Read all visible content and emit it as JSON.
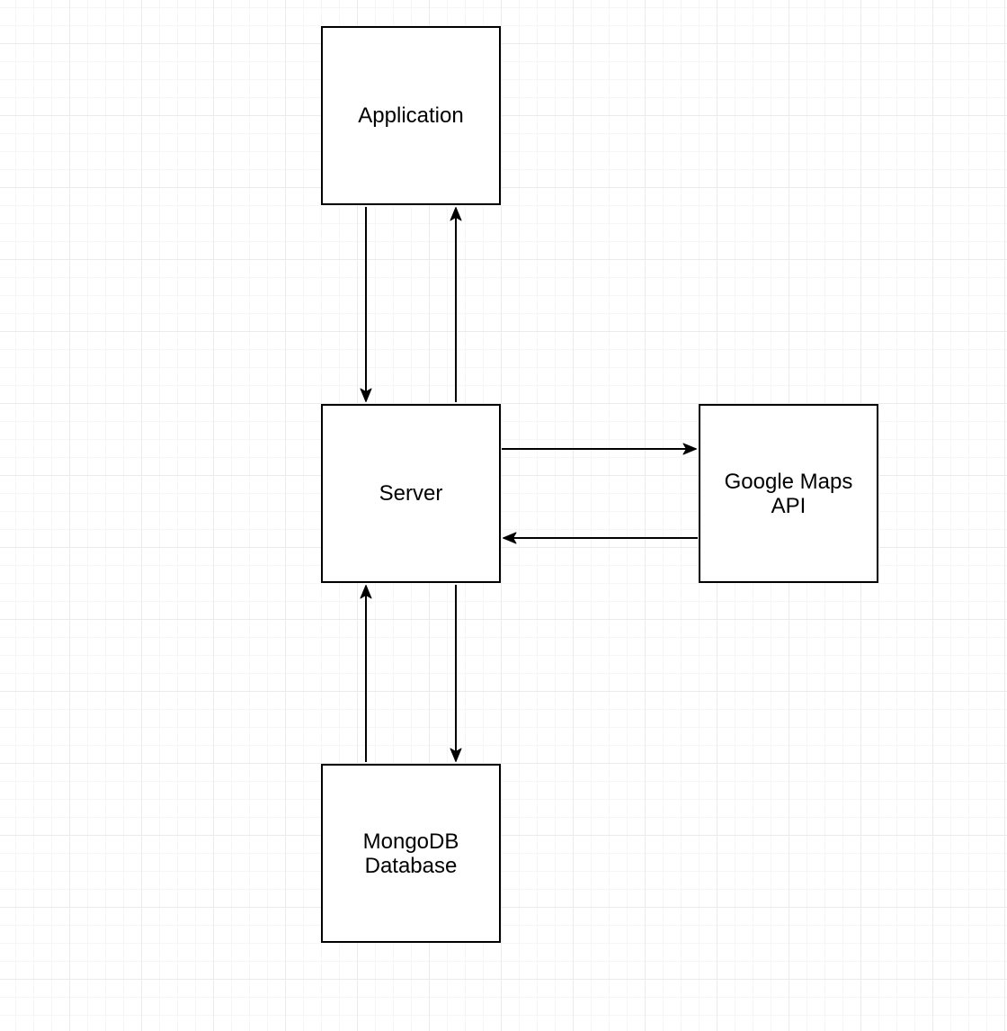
{
  "diagram": {
    "type": "architecture-flow-diagram",
    "nodes": {
      "application": {
        "label": "Application"
      },
      "server": {
        "label": "Server"
      },
      "google_maps_api": {
        "label": "Google Maps\nAPI"
      },
      "mongodb_database": {
        "label": "MongoDB\nDatabase"
      }
    },
    "edges": [
      {
        "from": "Application",
        "to": "Server",
        "direction": "down"
      },
      {
        "from": "Server",
        "to": "Application",
        "direction": "up"
      },
      {
        "from": "Server",
        "to": "Google Maps API",
        "direction": "right"
      },
      {
        "from": "Google Maps API",
        "to": "Server",
        "direction": "left"
      },
      {
        "from": "MongoDB Database",
        "to": "Server",
        "direction": "up"
      },
      {
        "from": "Server",
        "to": "MongoDB Database",
        "direction": "down"
      }
    ],
    "colors": {
      "background": "#ffffff",
      "grid_minor": "#f6f6f6",
      "grid_major": "#ebebeb",
      "node_fill": "#ffffff",
      "node_border": "#000000",
      "edge": "#000000",
      "text": "#000000"
    }
  }
}
